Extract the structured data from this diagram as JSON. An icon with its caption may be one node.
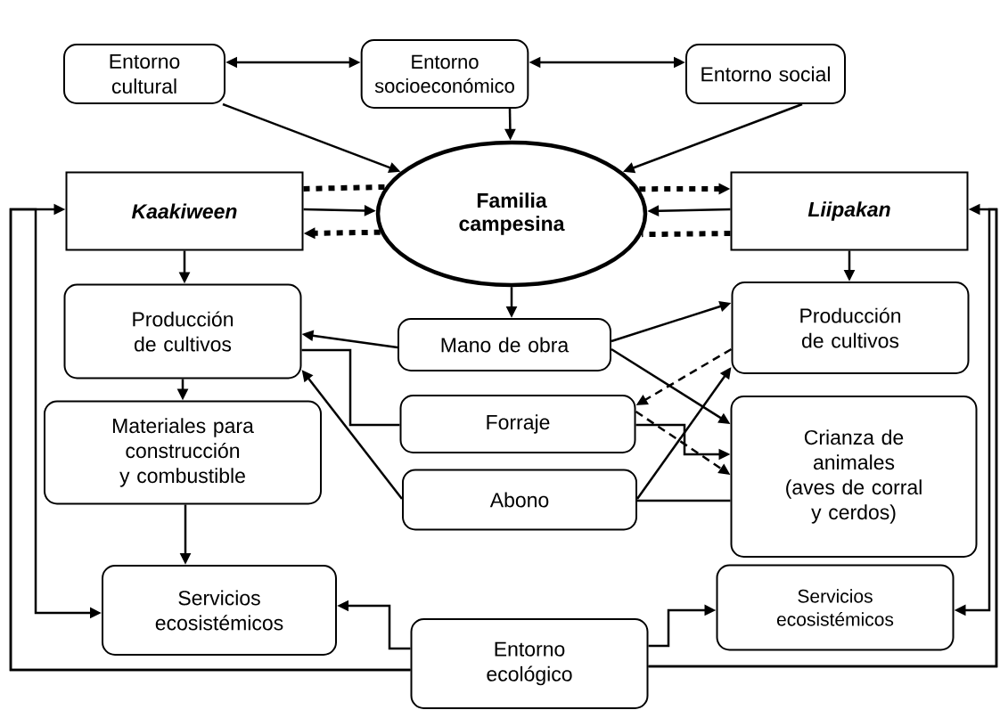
{
  "diagram": {
    "nodes": [
      {
        "text": [
          "Entorno cultural"
        ]
      },
      {
        "text": [
          "Entorno socioeconómico"
        ]
      },
      {
        "text": [
          "Entorno social"
        ]
      },
      {
        "text": [
          "Kaakiween"
        ]
      },
      {
        "text": [
          "Familia campesina"
        ]
      },
      {
        "text": [
          "Liipakan"
        ]
      },
      {
        "text": [
          "Producción de cultivos"
        ]
      },
      {
        "text": [
          "Mano de obra"
        ]
      },
      {
        "text": [
          "Producción de cultivos"
        ]
      },
      {
        "text": [
          "Materiales para construcción y combustible"
        ]
      },
      {
        "text": [
          "Forraje"
        ]
      },
      {
        "text": [
          "Crianza de animales (aves de corral y cerdos)"
        ]
      },
      {
        "text": [
          "Abono"
        ]
      },
      {
        "text": [
          "Servicios ecosistémicos"
        ]
      },
      {
        "text": [
          "Entorno ecológico"
        ]
      },
      {
        "text": [
          "Servicios ecosistémicos"
        ]
      }
    ],
    "edges": [
      {
        "from": 0,
        "to": 1,
        "arrow": "both"
      },
      {
        "from": 1,
        "to": 2,
        "arrow": "both"
      },
      {
        "from": 0,
        "to": 4,
        "arrow": "to"
      },
      {
        "from": 1,
        "to": 4,
        "arrow": "to"
      },
      {
        "from": 2,
        "to": 4,
        "arrow": "to"
      },
      {
        "from": 3,
        "to": 4,
        "arrow": "to"
      },
      {
        "from": 5,
        "to": 4,
        "arrow": "to"
      },
      {
        "from": 3,
        "to": 4,
        "arrow": "none",
        "style": "dashed"
      },
      {
        "from": 4,
        "to": 3,
        "arrow": "to",
        "style": "dashed"
      },
      {
        "from": 3,
        "to": 6,
        "arrow": "to"
      },
      {
        "from": 5,
        "to": 8,
        "arrow": "to"
      },
      {
        "from": 4,
        "to": 7,
        "arrow": "to"
      },
      {
        "from": 7,
        "to": 6,
        "arrow": "to"
      },
      {
        "from": 7,
        "to": 8,
        "arrow": "to"
      },
      {
        "from": 7,
        "to": 11,
        "arrow": "to"
      },
      {
        "from": 8,
        "to": 10,
        "arrow": "to",
        "style": "dashed"
      },
      {
        "from": 10,
        "to": 11,
        "arrow": "to",
        "style": "dashed"
      },
      {
        "from": 10,
        "to": 11,
        "arrow": "to"
      },
      {
        "from": 6,
        "to": 10,
        "arrow": "none"
      },
      {
        "from": 12,
        "to": 6,
        "arrow": "to"
      },
      {
        "from": 12,
        "to": 8,
        "arrow": "to"
      },
      {
        "from": 12,
        "to": 11,
        "arrow": "none"
      },
      {
        "from": 6,
        "to": 9,
        "arrow": "to"
      },
      {
        "from": 9,
        "to": 13,
        "arrow": "to"
      },
      {
        "from": 14,
        "to": 13,
        "arrow": "to"
      },
      {
        "from": 14,
        "to": 15,
        "arrow": "to"
      },
      {
        "from": 14,
        "to": 3,
        "arrow": "to"
      },
      {
        "from": 14,
        "to": 13,
        "arrow": "to"
      },
      {
        "from": 14,
        "to": 5,
        "arrow": "to"
      },
      {
        "from": 14,
        "to": 15,
        "arrow": "to"
      },
      {
        "from": 4,
        "to": 5,
        "arrow": "to",
        "style": "dashed"
      },
      {
        "from": 5,
        "to": 4,
        "arrow": "none",
        "style": "dashed"
      }
    ]
  }
}
